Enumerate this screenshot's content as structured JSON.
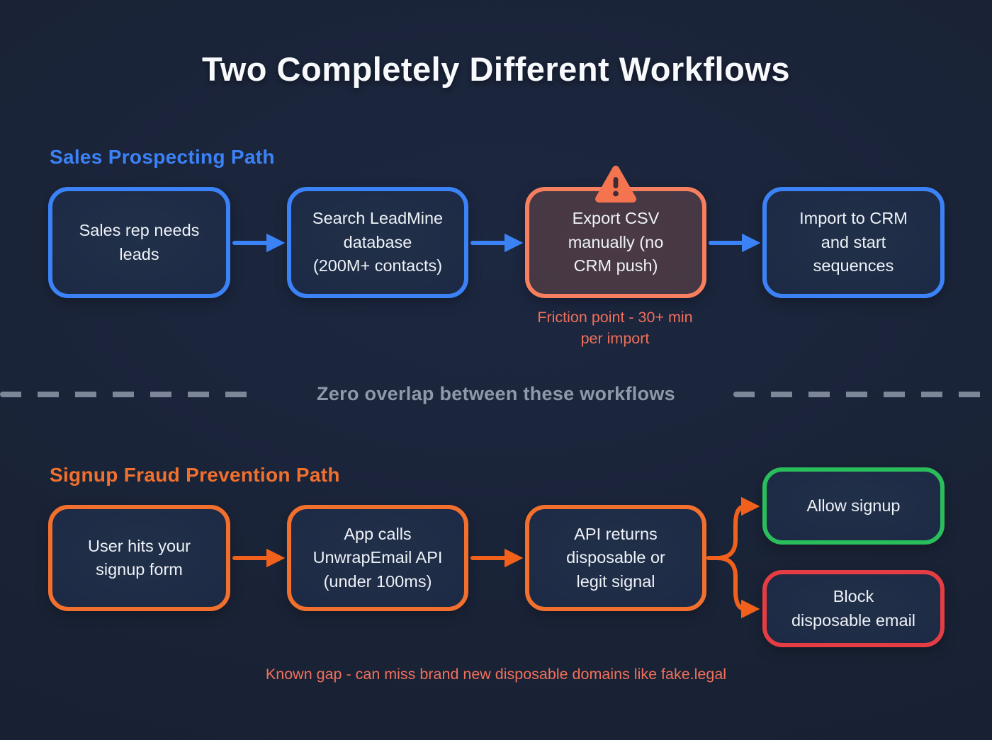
{
  "title": "Two Completely Different Workflows",
  "divider": {
    "label": "Zero overlap between these workflows"
  },
  "sales_path": {
    "heading": "Sales Prospecting Path",
    "boxes": [
      {
        "label": "Sales rep needs\nleads"
      },
      {
        "label": "Search LeadMine\ndatabase\n(200M+ contacts)"
      },
      {
        "label": "Export CSV\nmanually (no\nCRM push)"
      },
      {
        "label": "Import to CRM\nand start\nsequences"
      }
    ],
    "friction_note": "Friction point - 30+ min\nper import"
  },
  "fraud_path": {
    "heading": "Signup Fraud Prevention Path",
    "boxes": [
      {
        "label": "User hits your\nsignup form"
      },
      {
        "label": "App calls\nUnwrapEmail API\n(under 100ms)"
      },
      {
        "label": "API returns\ndisposable or\nlegit signal"
      }
    ],
    "outcomes": [
      {
        "label": "Allow signup"
      },
      {
        "label": "Block\ndisposable email"
      }
    ],
    "gap_note": "Known gap - can miss brand new disposable domains like fake.legal"
  },
  "icons": {
    "warning": "warning-triangle-icon"
  },
  "colors": {
    "background": "#1a2336",
    "node_fill": "#1d2a45",
    "warn_node_fill": "#453743",
    "blue": "#3b82f6",
    "orange": "#f2702d",
    "orange_arrow": "#f2611c",
    "salmon_border": "#f57f5e",
    "salmon_text": "#f0705b",
    "green": "#2abd5c",
    "red": "#e43d43",
    "divider_gray": "#8e98a8",
    "text": "#eef2f8"
  }
}
